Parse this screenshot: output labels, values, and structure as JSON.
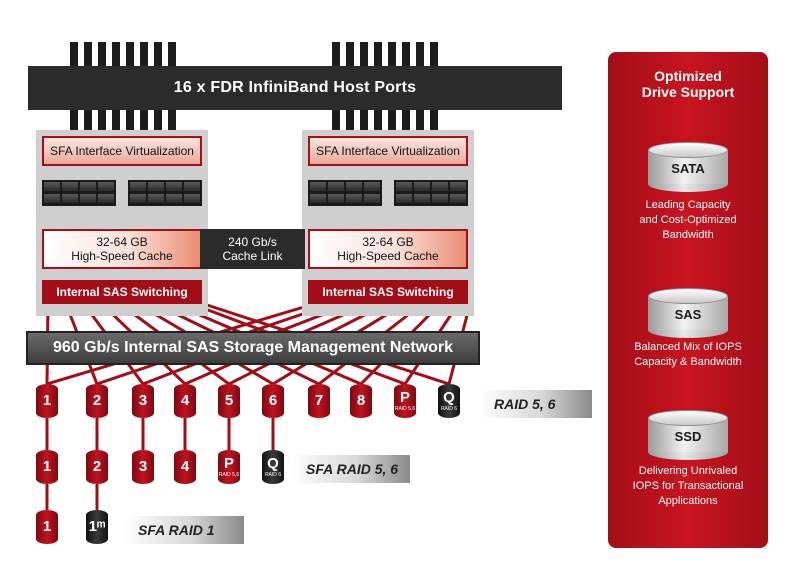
{
  "host_ports": {
    "label": "16 x FDR InfiniBand Host Ports"
  },
  "controllers": [
    {
      "interface": "SFA Interface Virtualization",
      "cache_line1": "32-64 GB",
      "cache_line2": "High-Speed Cache",
      "switching": "Internal SAS Switching"
    },
    {
      "interface": "SFA Interface Virtualization",
      "cache_line1": "32-64 GB",
      "cache_line2": "High-Speed Cache",
      "switching": "Internal SAS Switching"
    }
  ],
  "cache_link": {
    "line1": "240 Gb/s",
    "line2": "Cache Link"
  },
  "network": {
    "label": "960 Gb/s Internal SAS Storage Management Network"
  },
  "rows": [
    {
      "label": "RAID 5, 6",
      "drives": [
        {
          "text": "1",
          "sub": "",
          "color": "red"
        },
        {
          "text": "2",
          "sub": "",
          "color": "red"
        },
        {
          "text": "3",
          "sub": "",
          "color": "red"
        },
        {
          "text": "4",
          "sub": "",
          "color": "red"
        },
        {
          "text": "5",
          "sub": "",
          "color": "red"
        },
        {
          "text": "6",
          "sub": "",
          "color": "red"
        },
        {
          "text": "7",
          "sub": "",
          "color": "red"
        },
        {
          "text": "8",
          "sub": "",
          "color": "red"
        },
        {
          "text": "P",
          "sub": "RAID 5,6",
          "color": "red"
        },
        {
          "text": "Q",
          "sub": "RAID 6",
          "color": "black"
        }
      ]
    },
    {
      "label": "SFA RAID 5, 6",
      "drives": [
        {
          "text": "1",
          "sub": "",
          "color": "red"
        },
        {
          "text": "2",
          "sub": "",
          "color": "red"
        },
        {
          "text": "3",
          "sub": "",
          "color": "red"
        },
        {
          "text": "4",
          "sub": "",
          "color": "red"
        },
        {
          "text": "P",
          "sub": "RAID 5,6",
          "color": "red"
        },
        {
          "text": "Q",
          "sub": "RAID 6",
          "color": "black"
        }
      ]
    },
    {
      "label": "SFA RAID 1",
      "drives": [
        {
          "text": "1",
          "sub": "",
          "color": "red"
        },
        {
          "text": "1ᵐ",
          "sub": "",
          "color": "black"
        }
      ]
    }
  ],
  "panel": {
    "title_line1": "Optimized",
    "title_line2": "Drive Support",
    "items": [
      {
        "name": "SATA",
        "desc1": "Leading Capacity",
        "desc2": "and Cost-Optimized",
        "desc3": "Bandwidth"
      },
      {
        "name": "SAS",
        "desc1": "Balanced Mix of IOPS",
        "desc2": "Capacity & Bandwidth",
        "desc3": ""
      },
      {
        "name": "SSD",
        "desc1": "Delivering Unrivaled",
        "desc2": "IOPS for Transactional",
        "desc3": "Applications"
      }
    ]
  },
  "colors": {
    "accent_red": "#a30d18",
    "dark": "#2b2b2b"
  }
}
